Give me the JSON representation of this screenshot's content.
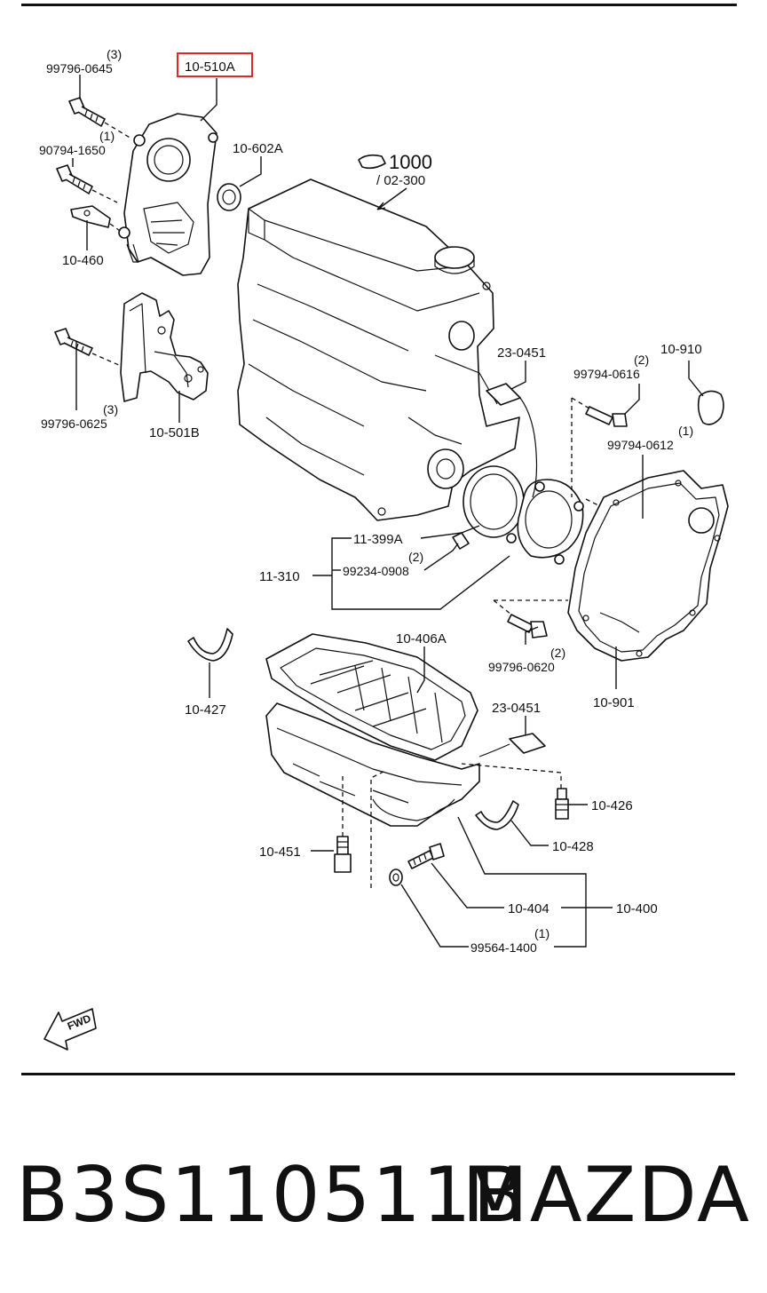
{
  "diagram": {
    "callouts": {
      "bolt_top_left": {
        "part": "99796-0645",
        "qty": "(3)"
      },
      "timing_cover_upper": {
        "part": "10-510A"
      },
      "bolt_cover": {
        "part": "90794-1650",
        "qty": "(1)"
      },
      "oil_seal_front": {
        "part": "10-602A"
      },
      "bracket_small": {
        "part": "10-460"
      },
      "engine_assembly": {
        "part": "1000",
        "sub": "/ 02-300"
      },
      "bolt_lower_cover": {
        "part": "99796-0625",
        "qty": "(3)"
      },
      "timing_cover_lower": {
        "part": "10-501B"
      },
      "sensor_upper": {
        "part": "23-0451"
      },
      "plug_cap": {
        "part": "10-910"
      },
      "bolt_rear_1": {
        "part": "99794-0616",
        "qty": "(2)"
      },
      "bolt_rear_2": {
        "part": "99794-0612",
        "qty": "(1)"
      },
      "rear_seal": {
        "part": "11-399A"
      },
      "seal_carrier": {
        "part": "11-310"
      },
      "dowel": {
        "part": "99234-0908",
        "qty": "(2)"
      },
      "bolt_carrier": {
        "part": "99796-0620",
        "qty": "(2)"
      },
      "end_plate": {
        "part": "10-901"
      },
      "gasket_pan": {
        "part": "10-406A"
      },
      "seal_half_left": {
        "part": "10-427"
      },
      "sensor_lower": {
        "part": "23-0451"
      },
      "bolt_pan_right": {
        "part": "10-426"
      },
      "seal_half_right": {
        "part": "10-428"
      },
      "bolt_pan_left": {
        "part": "10-451"
      },
      "drain_plug": {
        "part": "10-404"
      },
      "oil_pan": {
        "part": "10-400"
      },
      "drain_washer": {
        "part": "99564-1400",
        "qty": "(1)"
      }
    },
    "fwd_marker": "FWD",
    "highlight_color": "#e02828"
  },
  "footer": {
    "part_number": "B3S110511B",
    "brand": "MAZDA"
  }
}
